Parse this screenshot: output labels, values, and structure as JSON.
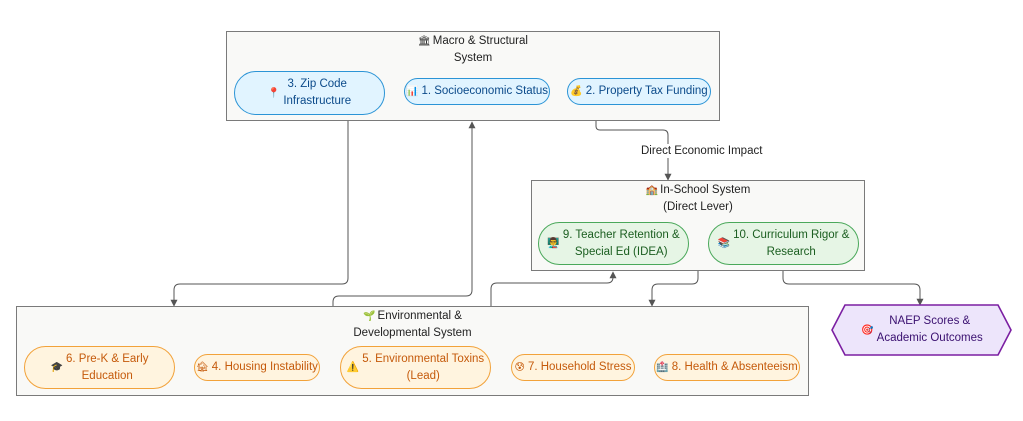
{
  "clusters": {
    "macro": {
      "icon": "🏛",
      "title_line1": "Macro & Structural",
      "title_line2": "System"
    },
    "school": {
      "icon": "🏫",
      "title_line1": "In-School System",
      "title_line2": "(Direct Lever)"
    },
    "env": {
      "icon": "🌱",
      "title_line1": "Environmental &",
      "title_line2": "Developmental System"
    }
  },
  "nodes": {
    "zip_code": {
      "icon": "📍",
      "label": "3. Zip Code\nInfrastructure"
    },
    "socioeconomic": {
      "icon": "📊",
      "label": "1. Socioeconomic Status"
    },
    "property_tax": {
      "icon": "💰",
      "label": "2. Property Tax Funding"
    },
    "teacher": {
      "icon": "👨‍🏫",
      "label": "9. Teacher Retention &\nSpecial Ed (IDEA)"
    },
    "curriculum": {
      "icon": "📚",
      "label": "10. Curriculum Rigor &\nResearch"
    },
    "prek": {
      "icon": "🎓",
      "label": "6. Pre-K & Early\nEducation"
    },
    "housing": {
      "icon": "🏚",
      "label": "4. Housing Instability"
    },
    "toxins": {
      "icon": "⚠️",
      "label": "5. Environmental Toxins\n(Lead)"
    },
    "household": {
      "icon": "😰",
      "label": "7. Household Stress"
    },
    "health": {
      "icon": "🏥",
      "label": "8. Health & Absenteeism"
    },
    "outcome": {
      "icon": "🎯",
      "label": "NAEP Scores &\nAcademic Outcomes"
    }
  },
  "edge_labels": {
    "direct_economic_impact": "Direct Economic Impact"
  },
  "colors": {
    "blue_fill": "#e1f4ff",
    "blue_stroke": "#2b94d6",
    "green_fill": "#e6f5e5",
    "green_stroke": "#4aa85a",
    "orange_fill": "#fff4df",
    "orange_stroke": "#f2a23a",
    "purple_fill": "#ede5fb",
    "purple_stroke": "#7b1fa2",
    "edge": "#555555"
  }
}
